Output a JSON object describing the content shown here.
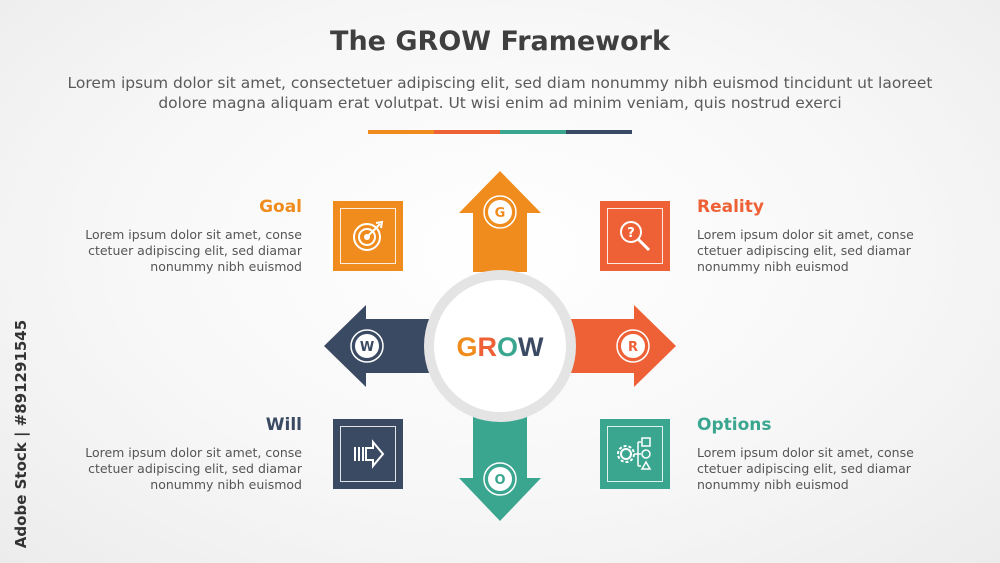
{
  "title": "The GROW Framework",
  "subtitle": "Lorem ipsum dolor sit amet, consectetuer adipiscing elit, sed diam nonummy nibh euismod tincidunt ut laoreet dolore magna aliquam erat volutpat. Ut wisi enim ad minim veniam, quis nostrud exerci",
  "colors": {
    "goal": "#F08C1E",
    "reality": "#EE6035",
    "options": "#3BA68F",
    "will": "#3A4A63",
    "center_ring": "#E4E4E4"
  },
  "center": {
    "letters": [
      "G",
      "R",
      "O",
      "W"
    ]
  },
  "items": {
    "goal": {
      "heading": "Goal",
      "letter": "G",
      "icon": "target-icon",
      "text": "Lorem ipsum dolor sit amet, conse ctetuer adipiscing elit, sed diamar nonummy nibh euismod"
    },
    "reality": {
      "heading": "Reality",
      "letter": "R",
      "icon": "magnifier-question-icon",
      "text": "Lorem ipsum dolor sit amet, conse ctetuer adipiscing elit, sed diamar nonummy nibh euismod"
    },
    "will": {
      "heading": "Will",
      "letter": "W",
      "icon": "arrow-right-icon",
      "text": "Lorem ipsum dolor sit amet, conse ctetuer adipiscing elit, sed diamar nonummy nibh euismod"
    },
    "options": {
      "heading": "Options",
      "letter": "O",
      "icon": "gear-shapes-icon",
      "text": "Lorem ipsum dolor sit amet, conse ctetuer adipiscing elit, sed diamar nonummy nibh euismod"
    }
  },
  "watermark": "Adobe Stock | #891291545"
}
